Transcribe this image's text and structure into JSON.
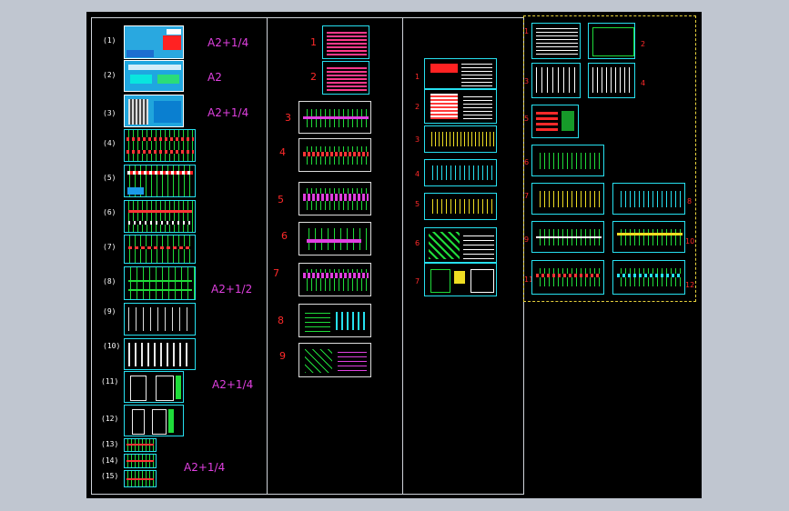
{
  "colors": {
    "cad_bg": "#000000",
    "frame": "#26e0f0",
    "label": "#ff2a2a",
    "scale": "#e040e0",
    "selection": "#e8d23c"
  },
  "col1": {
    "labels": [
      "(1)",
      "(2)",
      "(3)",
      "(4)",
      "(5)",
      "(6)",
      "(7)",
      "(8)",
      "(9)",
      "(10)",
      "(11)",
      "(12)",
      "(13)",
      "(14)",
      "(15)"
    ],
    "scales": [
      "A2+1/4",
      "A2",
      "A2+1/4",
      "A2+1/2",
      "A2+1/4",
      "A2+1/4"
    ]
  },
  "col2": {
    "labels": [
      "1",
      "2",
      "3",
      "4",
      "5",
      "6",
      "7",
      "8",
      "9"
    ]
  },
  "col3": {
    "labels": [
      "1",
      "2",
      "3",
      "4",
      "5",
      "6",
      "7"
    ]
  },
  "col4": {
    "labels": [
      "1",
      "2",
      "3",
      "4",
      "5",
      "6",
      "7",
      "8",
      "9",
      "10",
      "11",
      "12"
    ]
  }
}
